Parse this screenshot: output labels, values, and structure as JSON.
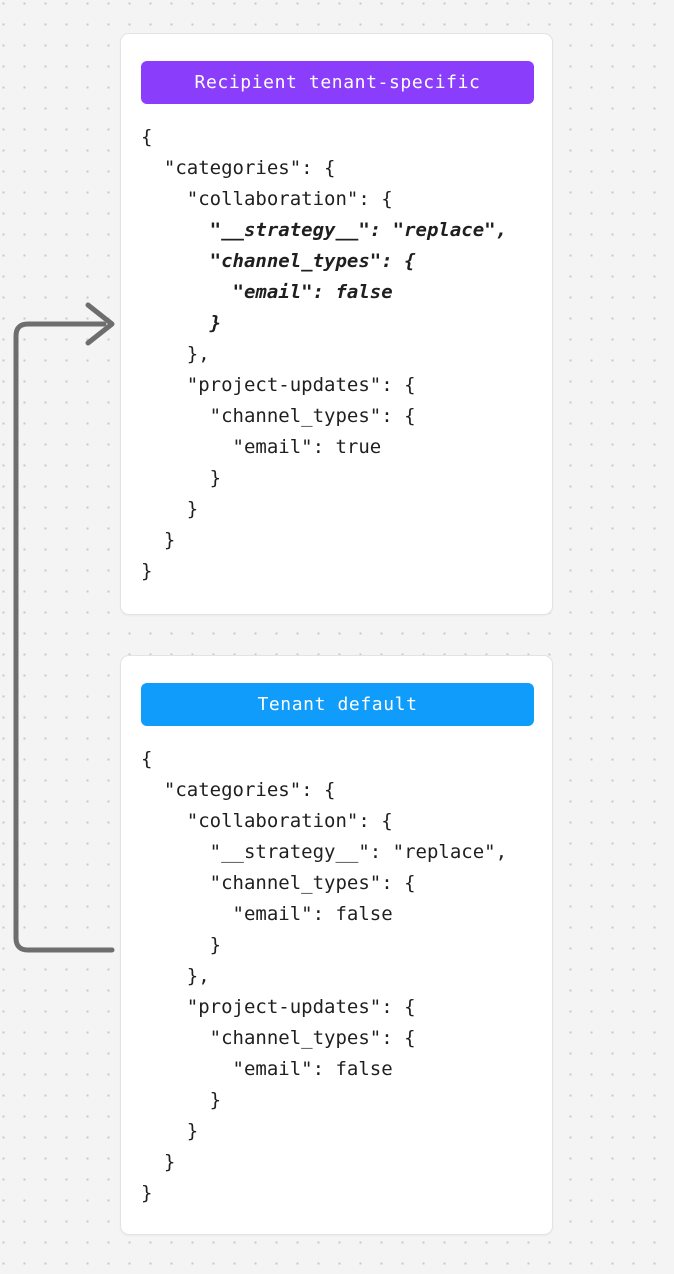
{
  "canvas": {
    "background_color": "#f4f4f4",
    "dot_color": "#c9c9c9"
  },
  "connector": {
    "name": "tenant-default-to-recipient-arrow",
    "color": "#6e6e6e",
    "direction": "up-then-right",
    "from": "tenant-default-card",
    "to": "recipient-tenant-specific-card"
  },
  "cards": [
    {
      "id": "recipient-tenant-specific",
      "badge_label": "Recipient tenant-specific",
      "badge_color": "#8b3dfc",
      "lines": [
        {
          "text": "{",
          "highlight": false
        },
        {
          "text": "  \"categories\": {",
          "highlight": false
        },
        {
          "text": "    \"collaboration\": {",
          "highlight": false
        },
        {
          "text": "      \"__strategy__\": \"replace\",",
          "highlight": true
        },
        {
          "text": "      \"channel_types\": {",
          "highlight": true
        },
        {
          "text": "        \"email\": false",
          "highlight": true
        },
        {
          "text": "      }",
          "highlight": true
        },
        {
          "text": "    },",
          "highlight": false
        },
        {
          "text": "    \"project-updates\": {",
          "highlight": false
        },
        {
          "text": "      \"channel_types\": {",
          "highlight": false
        },
        {
          "text": "        \"email\": true",
          "highlight": false
        },
        {
          "text": "      }",
          "highlight": false
        },
        {
          "text": "    }",
          "highlight": false
        },
        {
          "text": "  }",
          "highlight": false
        },
        {
          "text": "}",
          "highlight": false
        }
      ]
    },
    {
      "id": "tenant-default",
      "badge_label": "Tenant default",
      "badge_color": "#0f9cfb",
      "lines": [
        {
          "text": "{",
          "highlight": false
        },
        {
          "text": "  \"categories\": {",
          "highlight": false
        },
        {
          "text": "    \"collaboration\": {",
          "highlight": false
        },
        {
          "text": "      \"__strategy__\": \"replace\",",
          "highlight": false
        },
        {
          "text": "      \"channel_types\": {",
          "highlight": false
        },
        {
          "text": "        \"email\": false",
          "highlight": false
        },
        {
          "text": "      }",
          "highlight": false
        },
        {
          "text": "    },",
          "highlight": false
        },
        {
          "text": "    \"project-updates\": {",
          "highlight": false
        },
        {
          "text": "      \"channel_types\": {",
          "highlight": false
        },
        {
          "text": "        \"email\": false",
          "highlight": false
        },
        {
          "text": "      }",
          "highlight": false
        },
        {
          "text": "    }",
          "highlight": false
        },
        {
          "text": "  }",
          "highlight": false
        },
        {
          "text": "}",
          "highlight": false
        }
      ]
    }
  ]
}
